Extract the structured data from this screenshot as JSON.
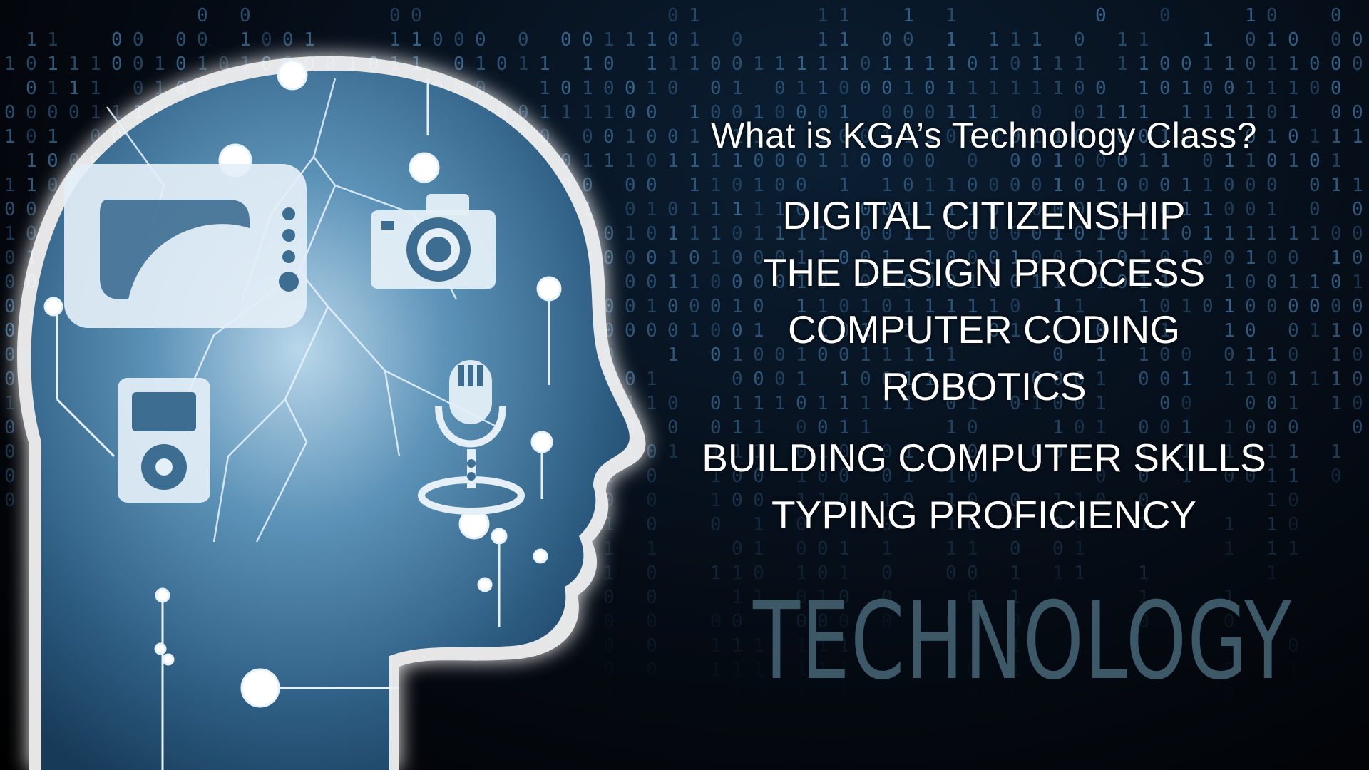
{
  "slide": {
    "question": "What is KGA’s Technology Class?",
    "topics_group_1": [
      "DIGITAL CITIZENSHIP",
      "THE DESIGN PROCESS",
      "COMPUTER CODING",
      "ROBOTICS"
    ],
    "topics_group_2": [
      "BUILDING COMPUTER SKILLS",
      "TYPING PROFICIENCY"
    ],
    "brand_word": "TECHNOLOGY"
  },
  "colors": {
    "background": "#000000",
    "binary_digits": "#3a6a92",
    "head_fill": "#4f86ab",
    "head_glow": "#ffffff",
    "text": "#ffffff",
    "brand_word": "#3d5867"
  },
  "icons": {
    "head_icons": [
      "television-icon",
      "camera-icon",
      "music-player-icon",
      "microphone-icon"
    ]
  }
}
